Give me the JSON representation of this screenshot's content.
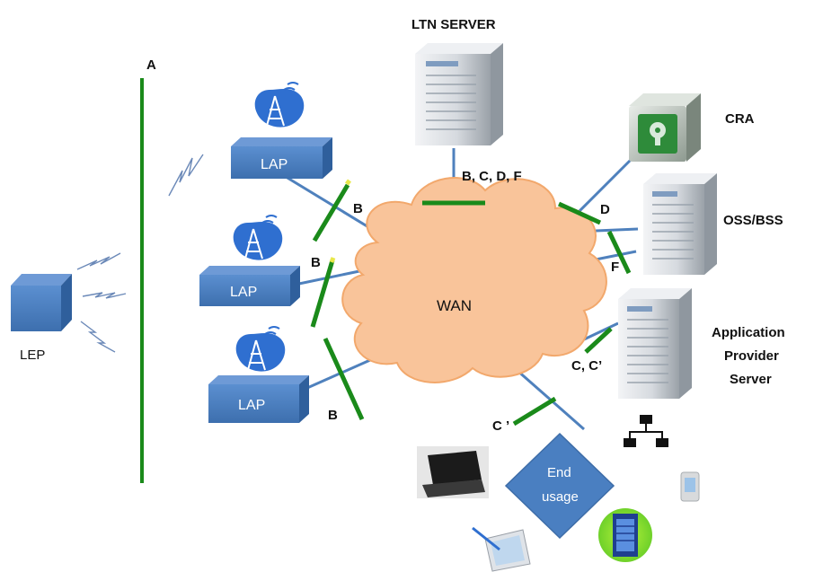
{
  "title": "LTN SERVER",
  "nodes": {
    "lep": "LEP",
    "lap1": "LAP",
    "lap2": "LAP",
    "lap3": "LAP",
    "wan": "WAN",
    "cra": "CRA",
    "oss_bss": "OSS/BSS",
    "app_server": [
      "Application",
      "Provider",
      "Server"
    ],
    "end_usage": [
      "End",
      "usage"
    ]
  },
  "interfaces": {
    "a": "A",
    "b1": "B",
    "b2": "B",
    "b3": "B",
    "ltn": "B, C, D, F",
    "d": "D",
    "f": "F",
    "c_app": "C, C’",
    "c_end": "C ’"
  },
  "colors": {
    "link": "#4f81bd",
    "interface_bar": "#1a8a1a",
    "cloud": "#f9c49a",
    "cloud_stroke": "#f2a86c",
    "box": "#4a7fc1",
    "icon_blue": "#2f6fd0",
    "server": "#d9dde2"
  },
  "icons": [
    "antenna-icon",
    "server-icon",
    "safe-icon",
    "lightning-icon",
    "laptop-icon",
    "network-icon",
    "mobile-phone-icon",
    "tablet-icon",
    "desktop-icon"
  ]
}
